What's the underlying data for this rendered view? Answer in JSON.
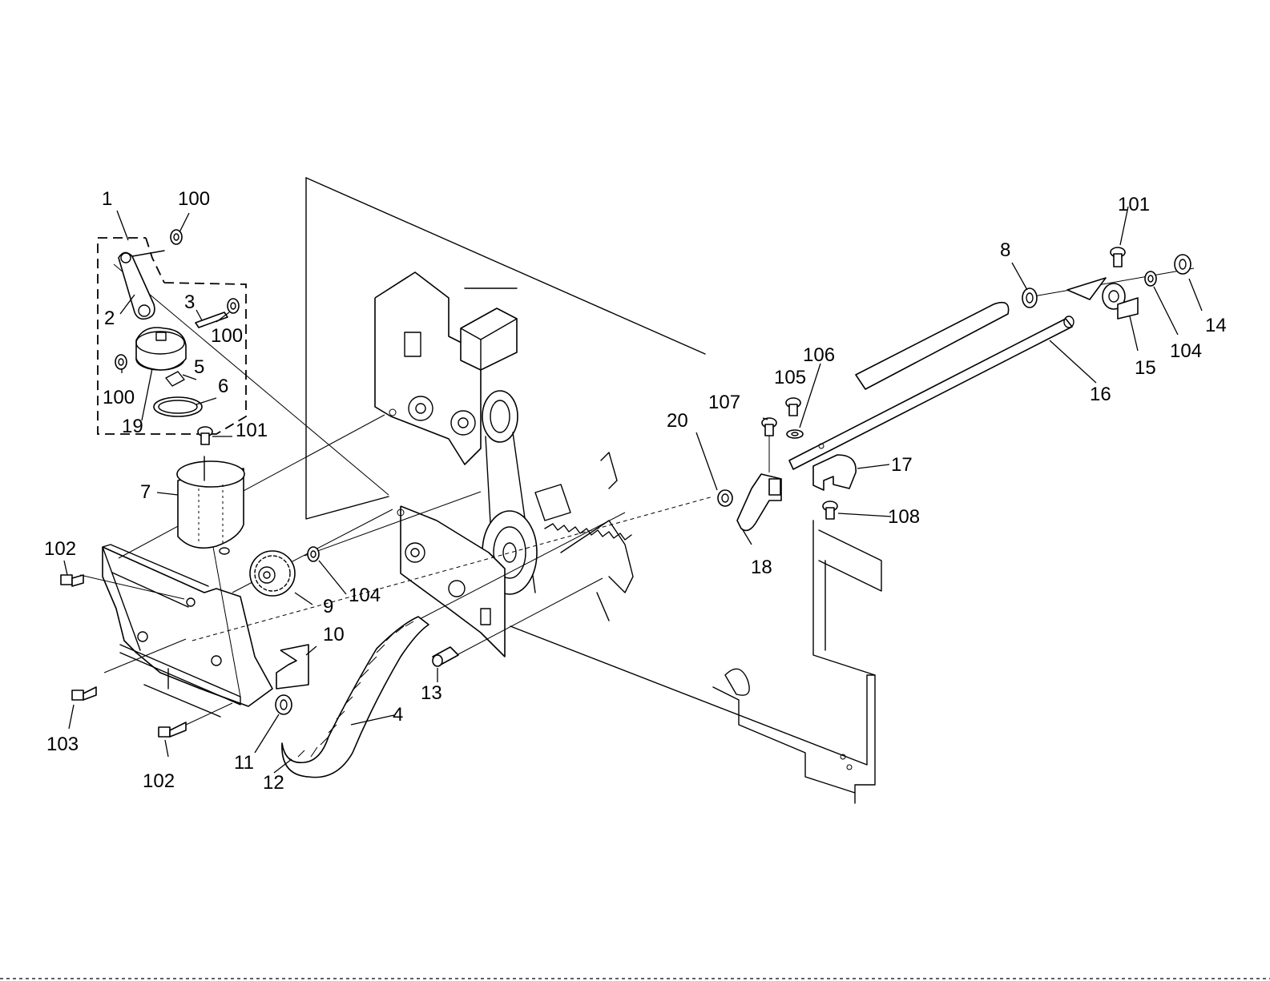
{
  "callouts": {
    "c1": "1",
    "c2": "2",
    "c3": "3",
    "c4": "4",
    "c5": "5",
    "c6": "6",
    "c7": "7",
    "c8": "8",
    "c9": "9",
    "c10": "10",
    "c11": "11",
    "c12": "12",
    "c13": "13",
    "c14": "14",
    "c15": "15",
    "c16": "16",
    "c17": "17",
    "c18": "18",
    "c19": "19",
    "c20": "20",
    "c100a": "100",
    "c100b": "100",
    "c100c": "100",
    "c101a": "101",
    "c101b": "101",
    "c102a": "102",
    "c102b": "102",
    "c103": "103",
    "c104a": "104",
    "c104b": "104",
    "c105": "105",
    "c106": "106",
    "c107": "107",
    "c108": "108"
  }
}
